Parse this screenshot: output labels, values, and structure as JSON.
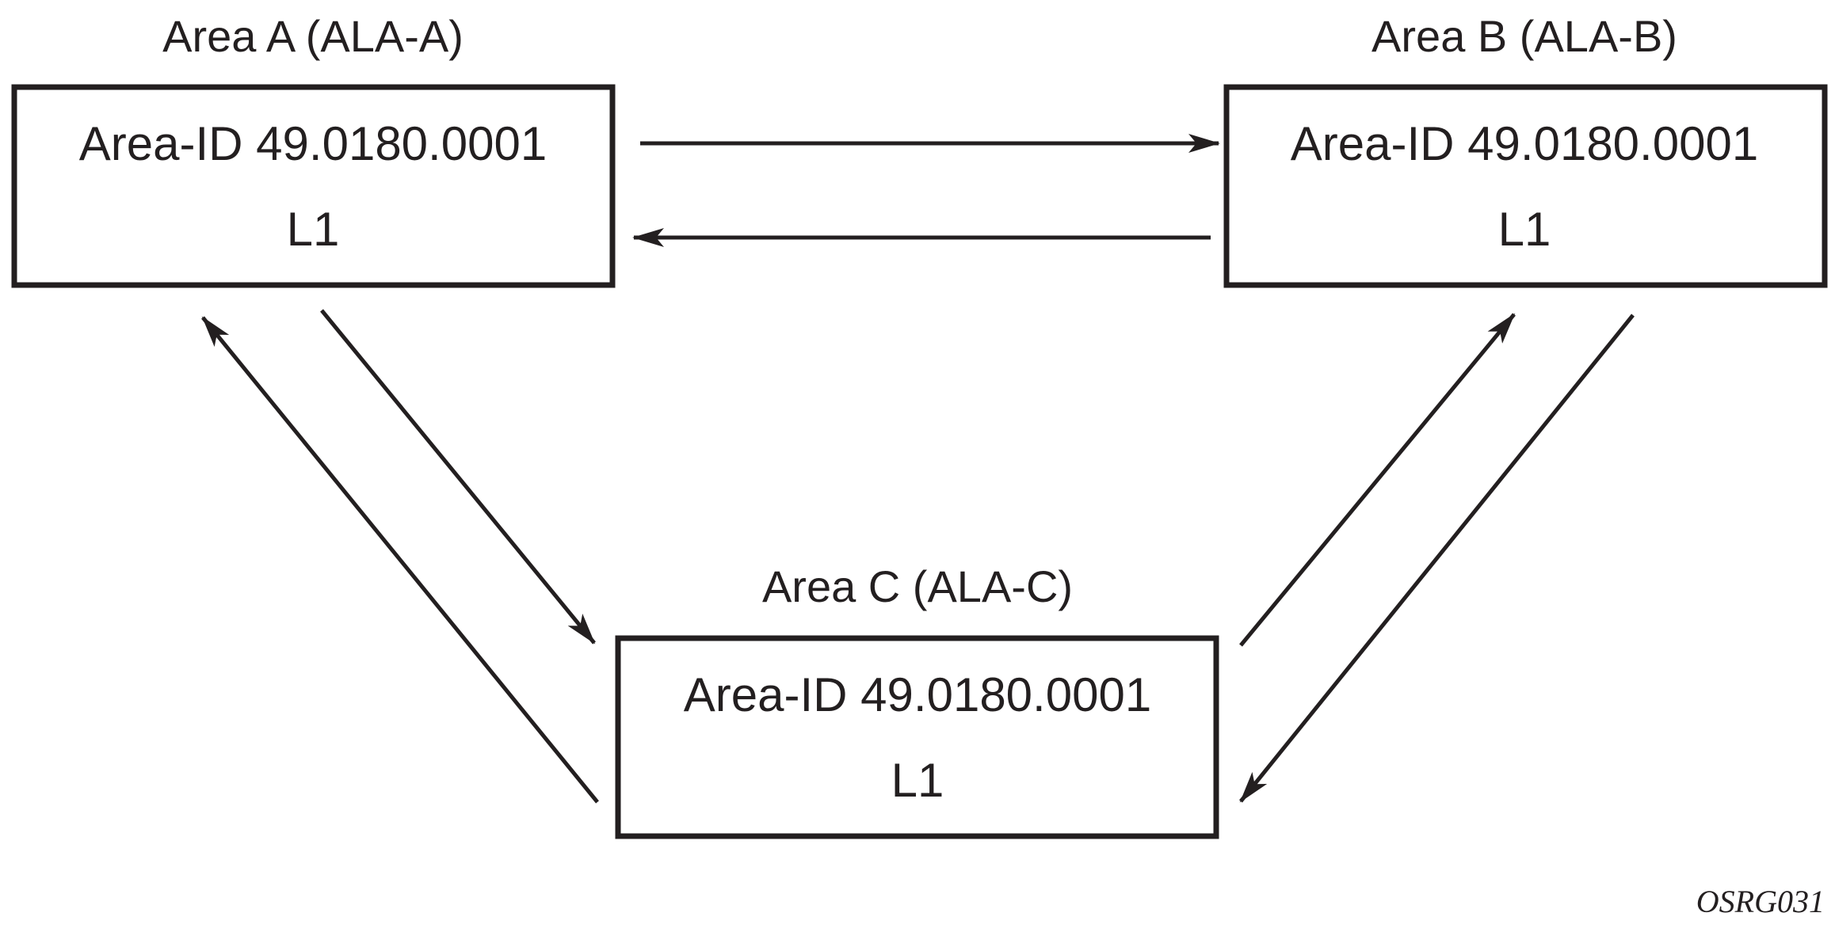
{
  "colors": {
    "stroke": "#231f20",
    "background": "#ffffff"
  },
  "areas": {
    "a": {
      "title": "Area A (ALA-A)",
      "area_id": "Area-ID 49.0180.0001",
      "level": "L1"
    },
    "b": {
      "title": "Area B (ALA-B)",
      "area_id": "Area-ID 49.0180.0001",
      "level": "L1"
    },
    "c": {
      "title": "Area C (ALA-C)",
      "area_id": "Area-ID 49.0180.0001",
      "level": "L1"
    }
  },
  "connections": [
    {
      "from": "a",
      "to": "b"
    },
    {
      "from": "b",
      "to": "a"
    },
    {
      "from": "a",
      "to": "c"
    },
    {
      "from": "c",
      "to": "a"
    },
    {
      "from": "c",
      "to": "b"
    },
    {
      "from": "b",
      "to": "c"
    }
  ],
  "figure_id": "OSRG031"
}
